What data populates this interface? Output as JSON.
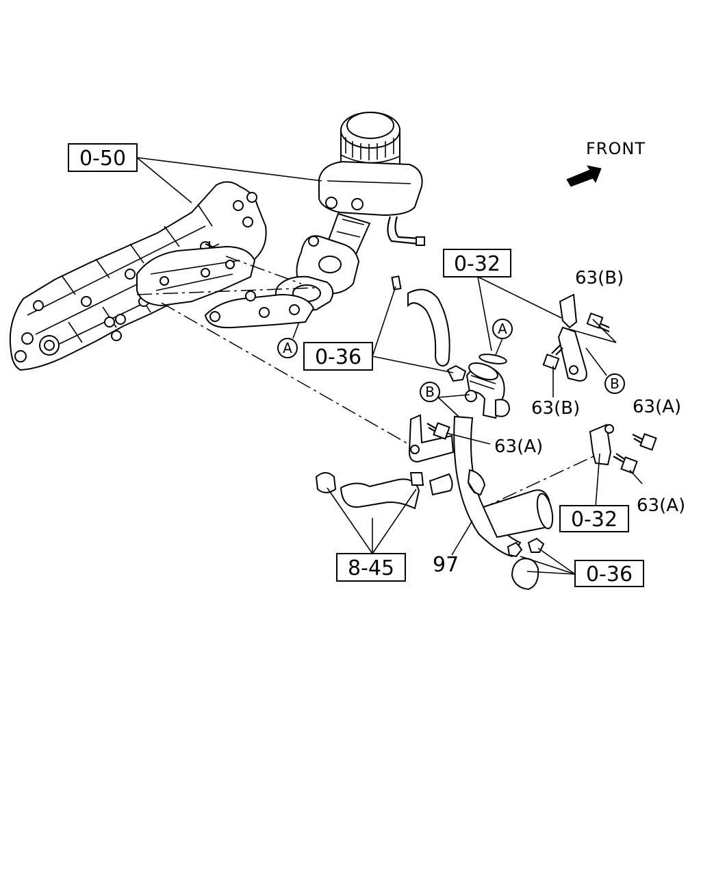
{
  "front_label": "FRONT",
  "refs": {
    "r050": "0-50",
    "r032_top": "0-32",
    "r036_left": "0-36",
    "r032_right": "0-32",
    "r845": "8-45",
    "r036_bottom": "0-36"
  },
  "callouts": {
    "c63b_top": "63(B)",
    "c63b_mid": "63(B)",
    "c63a_right_top": "63(A)",
    "c63a_center": "63(A)",
    "c63a_right_bottom": "63(A)",
    "c97": "97"
  },
  "markers": {
    "a_manifold": "A",
    "a_oring": "A",
    "b_left": "B",
    "b_right": "B"
  }
}
